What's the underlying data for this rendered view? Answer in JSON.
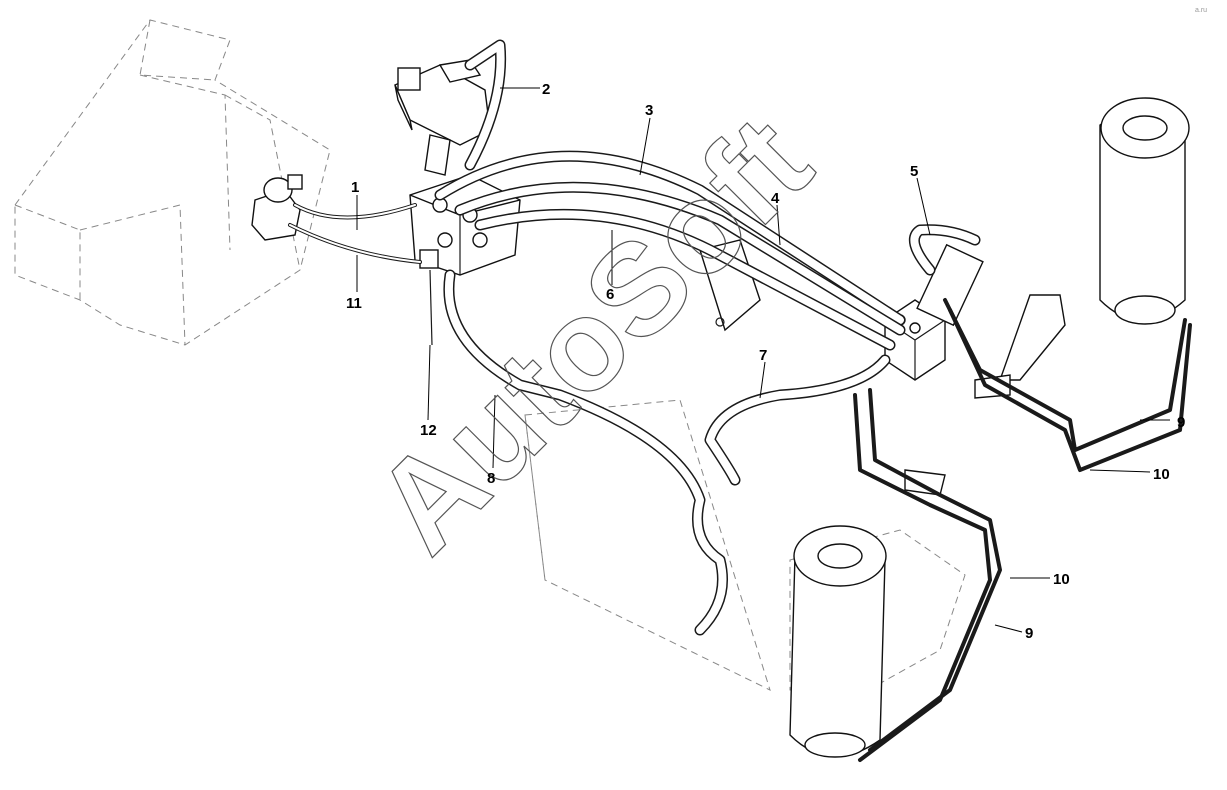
{
  "watermark": {
    "text": "AutoSoft",
    "corner_mark": "a.ru"
  },
  "callouts": [
    {
      "id": "c1",
      "label": "1"
    },
    {
      "id": "c2",
      "label": "2"
    },
    {
      "id": "c3",
      "label": "3"
    },
    {
      "id": "c4",
      "label": "4"
    },
    {
      "id": "c5",
      "label": "5"
    },
    {
      "id": "c6",
      "label": "6"
    },
    {
      "id": "c7",
      "label": "7"
    },
    {
      "id": "c8",
      "label": "8"
    },
    {
      "id": "c9a",
      "label": "9"
    },
    {
      "id": "c9b",
      "label": "9"
    },
    {
      "id": "c10a",
      "label": "10"
    },
    {
      "id": "c10b",
      "label": "10"
    },
    {
      "id": "c11",
      "label": "11"
    },
    {
      "id": "c12",
      "label": "12"
    }
  ],
  "colors": {
    "line": "#1a1a1a",
    "phantom": "#888888",
    "background": "#ffffff"
  }
}
